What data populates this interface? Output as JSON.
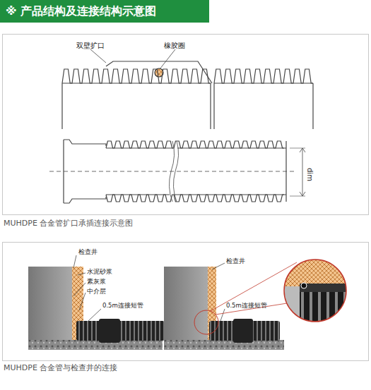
{
  "diagram": {
    "title": "※ 产品结构及连接结构示意图",
    "caption": "MUHDPE 合金管与检查井的连接",
    "labels": [
      "双壁扩口",
      "橡胶圈",
      "dim",
      "MUHDPE 合金管扩口承插连接示意图",
      "检查井",
      "水泥砂浆",
      "素灰浆",
      "中介层",
      "0.5m连接短管",
      "检查井",
      "0.5m连接短管"
    ]
  }
}
